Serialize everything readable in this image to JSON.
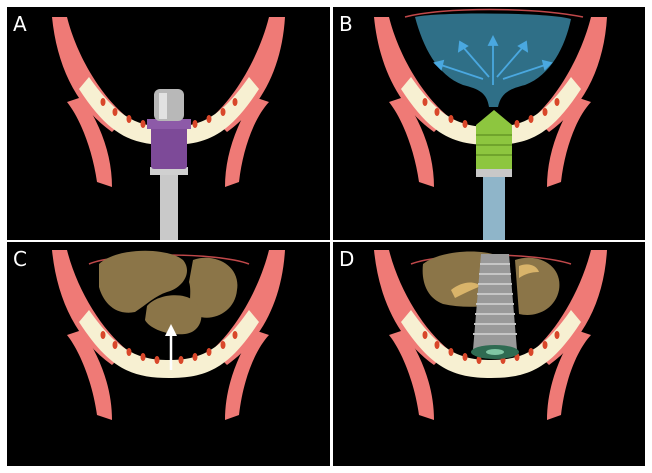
{
  "panels": [
    {
      "id": "panel-a",
      "label": "A"
    },
    {
      "id": "panel-b",
      "label": "B"
    },
    {
      "id": "panel-c",
      "label": "C"
    },
    {
      "id": "panel-d",
      "label": "D"
    }
  ],
  "colors": {
    "background": "#000000",
    "frame": "#ffffff",
    "bone": "#f7f0d2",
    "marrow_dots": "#d9472a",
    "membrane": "#ef7a76",
    "membrane_line": "#c0484a",
    "drill_purple": "#7d4a98",
    "drill_silver": "#b8b8b8",
    "water_blue": "#2f6f87",
    "arrow_blue": "#4aa8e0",
    "green_instrument": "#8dc63f",
    "blue_shaft": "#8fb5c9",
    "graft_brown": "#8b7548",
    "graft_tan": "#d9b46a",
    "implant_grey": "#9a9a9a",
    "implant_top": "#2f6b52"
  }
}
